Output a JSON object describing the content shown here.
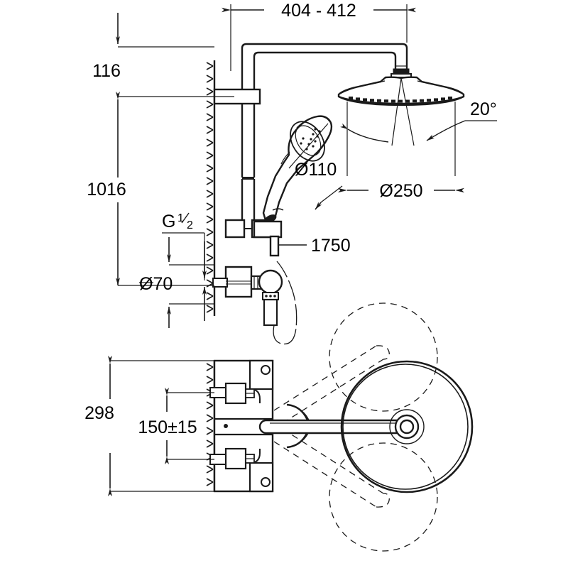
{
  "drawing": {
    "title": "Shower system technical dimension drawing",
    "units": "mm",
    "line_color": "#1a1a1a",
    "background": "#ffffff",
    "views": [
      {
        "name": "elevation-view",
        "label": ""
      },
      {
        "name": "plan-view",
        "label": ""
      }
    ]
  },
  "dimensions": {
    "overall_arm_reach": "404 - 412",
    "top_offset": "116",
    "riser_height": "1016",
    "thread_spec_letter": "G",
    "thread_spec_num": "1",
    "thread_spec_den": "2",
    "inlet_spacing": "Ø70",
    "hand_shower_dia": "Ø110",
    "head_shower_dia": "Ø250",
    "swivel_angle": "20°",
    "hose_length": "1750",
    "plan_overall_width": "298",
    "plan_inlet_spacing": "150±15"
  },
  "parts": {
    "head_shower": "overhead-shower-head",
    "shower_arm": "shower-arm",
    "riser_rail": "riser-rail",
    "hand_shower": "hand-shower",
    "hand_shower_holder": "hand-shower-holder",
    "mixer_valve": "thermostatic-mixer-valve",
    "wall": "wall-hatching",
    "hose": "shower-hose",
    "swivel_range": "swivel-range-dashed"
  }
}
